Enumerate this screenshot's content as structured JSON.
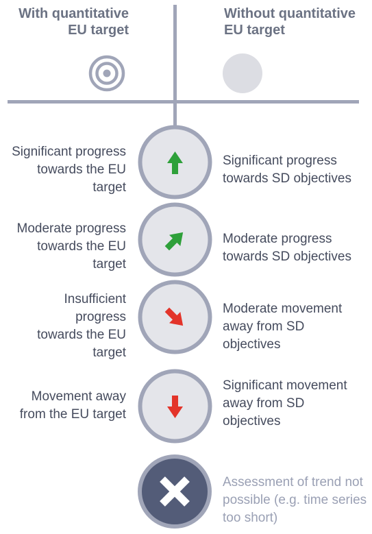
{
  "headers": {
    "with_target": [
      "With quantitative",
      "EU target"
    ],
    "without_target": [
      "Without quantitative",
      "EU target"
    ]
  },
  "legend_icons": {
    "with_target": "target-icon",
    "without_target": "filled-circle-icon"
  },
  "rows": [
    {
      "icon": "arrow-up-icon",
      "arrow_color": "#2ea03a",
      "left": [
        "Significant progress",
        "towards the EU",
        "target"
      ],
      "right": [
        "Significant progress",
        "towards SD objectives"
      ]
    },
    {
      "icon": "arrow-up-right-icon",
      "arrow_color": "#2ea03a",
      "left": [
        "Moderate progress",
        "towards the EU",
        "target"
      ],
      "right": [
        "Moderate progress",
        "towards SD objectives"
      ]
    },
    {
      "icon": "arrow-down-right-icon",
      "arrow_color": "#e3342a",
      "left": [
        "Insufficient",
        "progress",
        "towards the EU",
        "target"
      ],
      "right": [
        "Moderate movement",
        "away from SD",
        "objectives"
      ]
    },
    {
      "icon": "arrow-down-icon",
      "arrow_color": "#e3342a",
      "left": [
        "Movement away",
        "from the EU target"
      ],
      "right": [
        "Significant movement",
        "away from SD",
        "objectives"
      ]
    }
  ],
  "not_possible": {
    "icon": "cross-icon",
    "text": [
      "Assessment of trend not",
      "possible (e.g. time series",
      "too short)"
    ]
  },
  "colors": {
    "header_text": "#6b7283",
    "body_text": "#454b5d",
    "muted_text": "#9aa0b4",
    "line": "#a0a5b8",
    "circle_fill": "#e4e5ea",
    "circle_ring": "#a0a5b8",
    "dark_circle": "#535c78",
    "green": "#2ea03a",
    "red": "#e3342a"
  }
}
